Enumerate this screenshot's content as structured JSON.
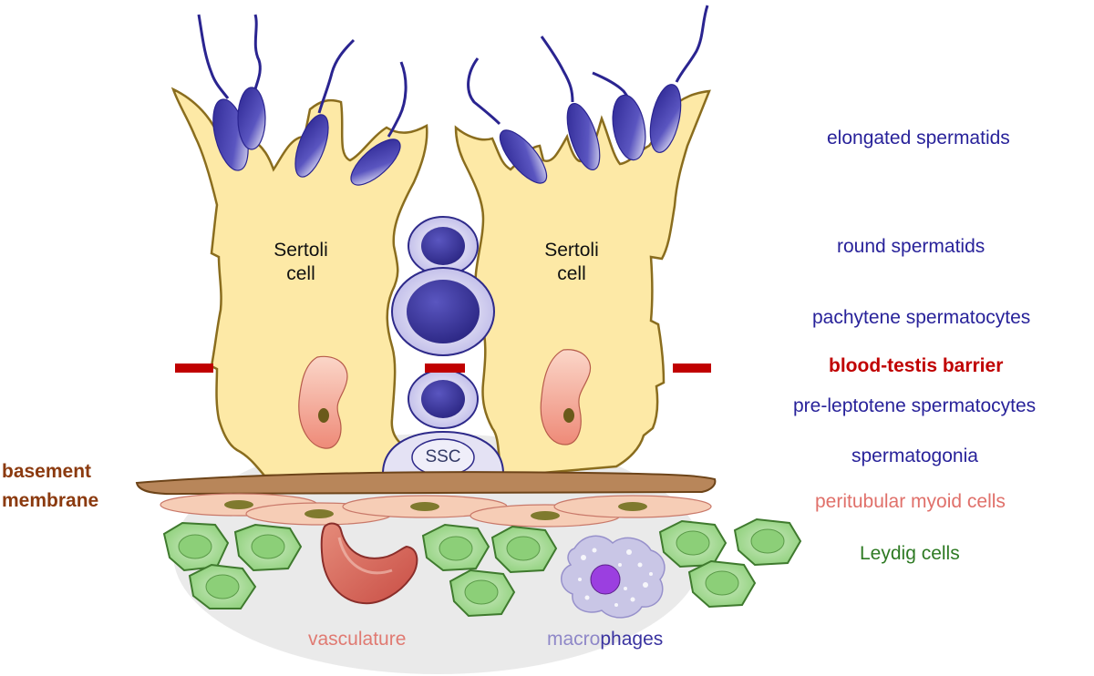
{
  "labels": {
    "sertoli_left": [
      "Sertoli",
      "cell"
    ],
    "sertoli_right": [
      "Sertoli",
      "cell"
    ],
    "ssc": "SSC",
    "basement": [
      "basement",
      "membrane"
    ],
    "vasculature": "vasculature",
    "macrophages_part1": "macro",
    "macrophages_part2": "phages",
    "right_column": [
      "elongated spermatids",
      "round spermatids",
      "pachytene spermatocytes",
      "blood-testis barrier",
      "pre-leptotene spermatocytes",
      "spermatogonia",
      "peritubular myoid cells",
      "Leydig cells"
    ]
  },
  "colors": {
    "sertoli_fill": "#fde9a6",
    "sertoli_stroke": "#8a6d1e",
    "germ_dark": "#2e2a8a",
    "germ_light": "#c9c6ee",
    "barrier": "#c00000",
    "basement": "#b8865a",
    "basement_label": "#8b3a0f",
    "myoid": "#f6cdb6",
    "leydig_fill": "#a8d69a",
    "leydig_stroke": "#3f7a2e",
    "leydig_label": "#2e7a23",
    "myoid_label": "#e0706a",
    "vasc_label": "#e07a72",
    "macro_label_light": "#8f88c8",
    "macro_label_dark": "#3a33a0",
    "navy_label": "#28229a",
    "niche_oval": "#d9d9d9"
  }
}
